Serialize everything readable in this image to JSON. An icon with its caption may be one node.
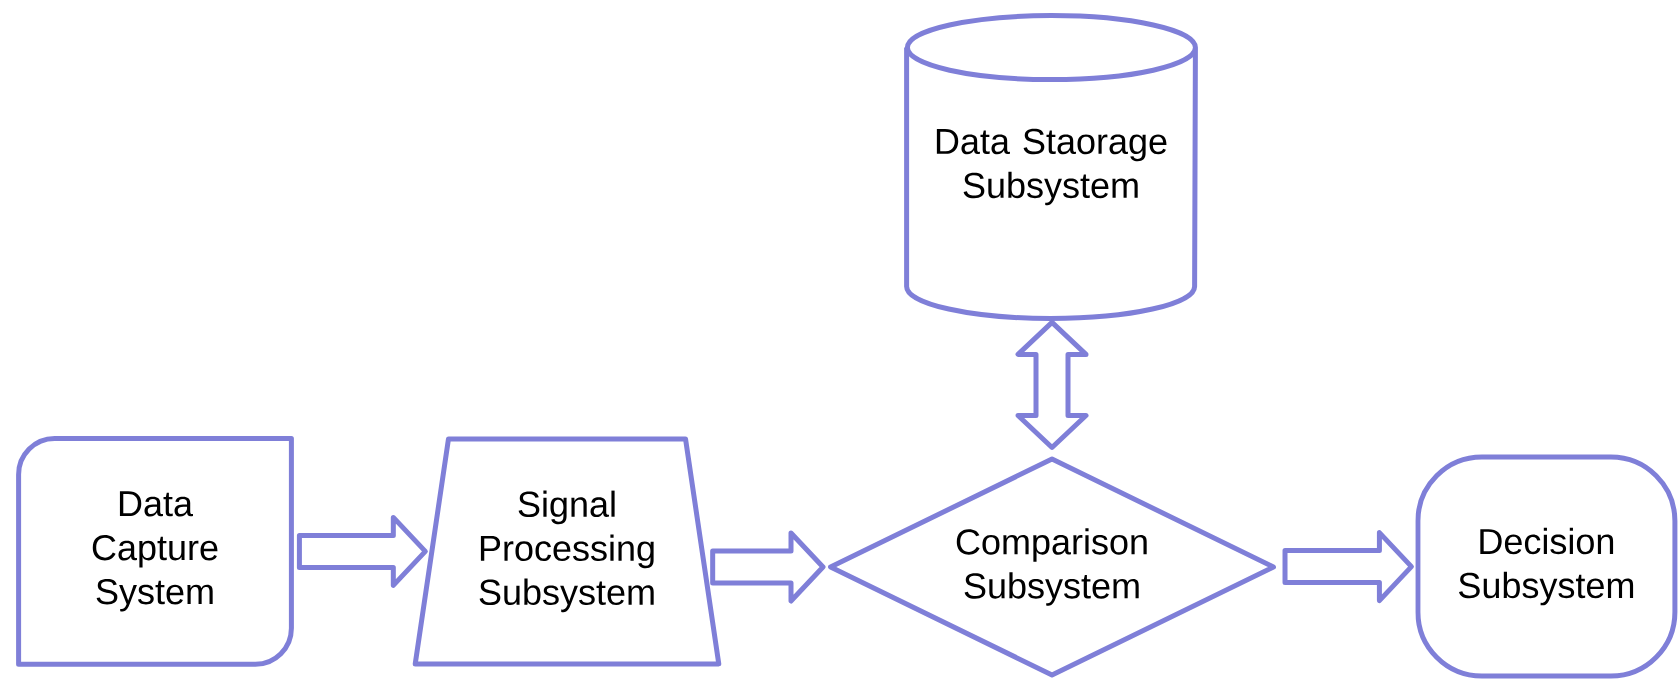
{
  "diagram": {
    "nodes": [
      {
        "text": [
          "Data Capture System"
        ]
      },
      {
        "text": [
          "Signal Processing Subsystem"
        ]
      },
      {
        "text": [
          "Comparison Subsystem"
        ]
      },
      {
        "text": [
          "Data Staorage Subsystem"
        ]
      },
      {
        "text": [
          "Decision Subsystem"
        ]
      }
    ],
    "edges": [
      {
        "from": 0,
        "to": 1,
        "arrow": "to"
      },
      {
        "from": 1,
        "to": 2,
        "arrow": "to"
      },
      {
        "from": 2,
        "to": 3,
        "arrow": "both"
      },
      {
        "from": 2,
        "to": 4,
        "arrow": "to"
      }
    ]
  }
}
